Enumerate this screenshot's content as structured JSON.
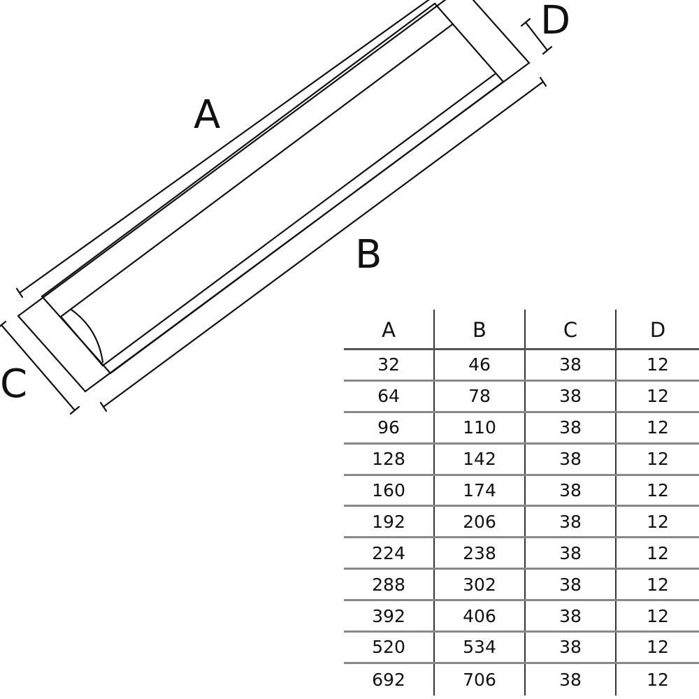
{
  "diagram": {
    "labels": {
      "a": "A",
      "b": "B",
      "c": "C",
      "d": "D"
    }
  },
  "table": {
    "headers": [
      "A",
      "B",
      "C",
      "D"
    ],
    "rows": [
      [
        "32",
        "46",
        "38",
        "12"
      ],
      [
        "64",
        "78",
        "38",
        "12"
      ],
      [
        "96",
        "110",
        "38",
        "12"
      ],
      [
        "128",
        "142",
        "38",
        "12"
      ],
      [
        "160",
        "174",
        "38",
        "12"
      ],
      [
        "192",
        "206",
        "38",
        "12"
      ],
      [
        "224",
        "238",
        "38",
        "12"
      ],
      [
        "288",
        "302",
        "38",
        "12"
      ],
      [
        "392",
        "406",
        "38",
        "12"
      ],
      [
        "520",
        "534",
        "38",
        "12"
      ],
      [
        "692",
        "706",
        "38",
        "12"
      ]
    ]
  }
}
